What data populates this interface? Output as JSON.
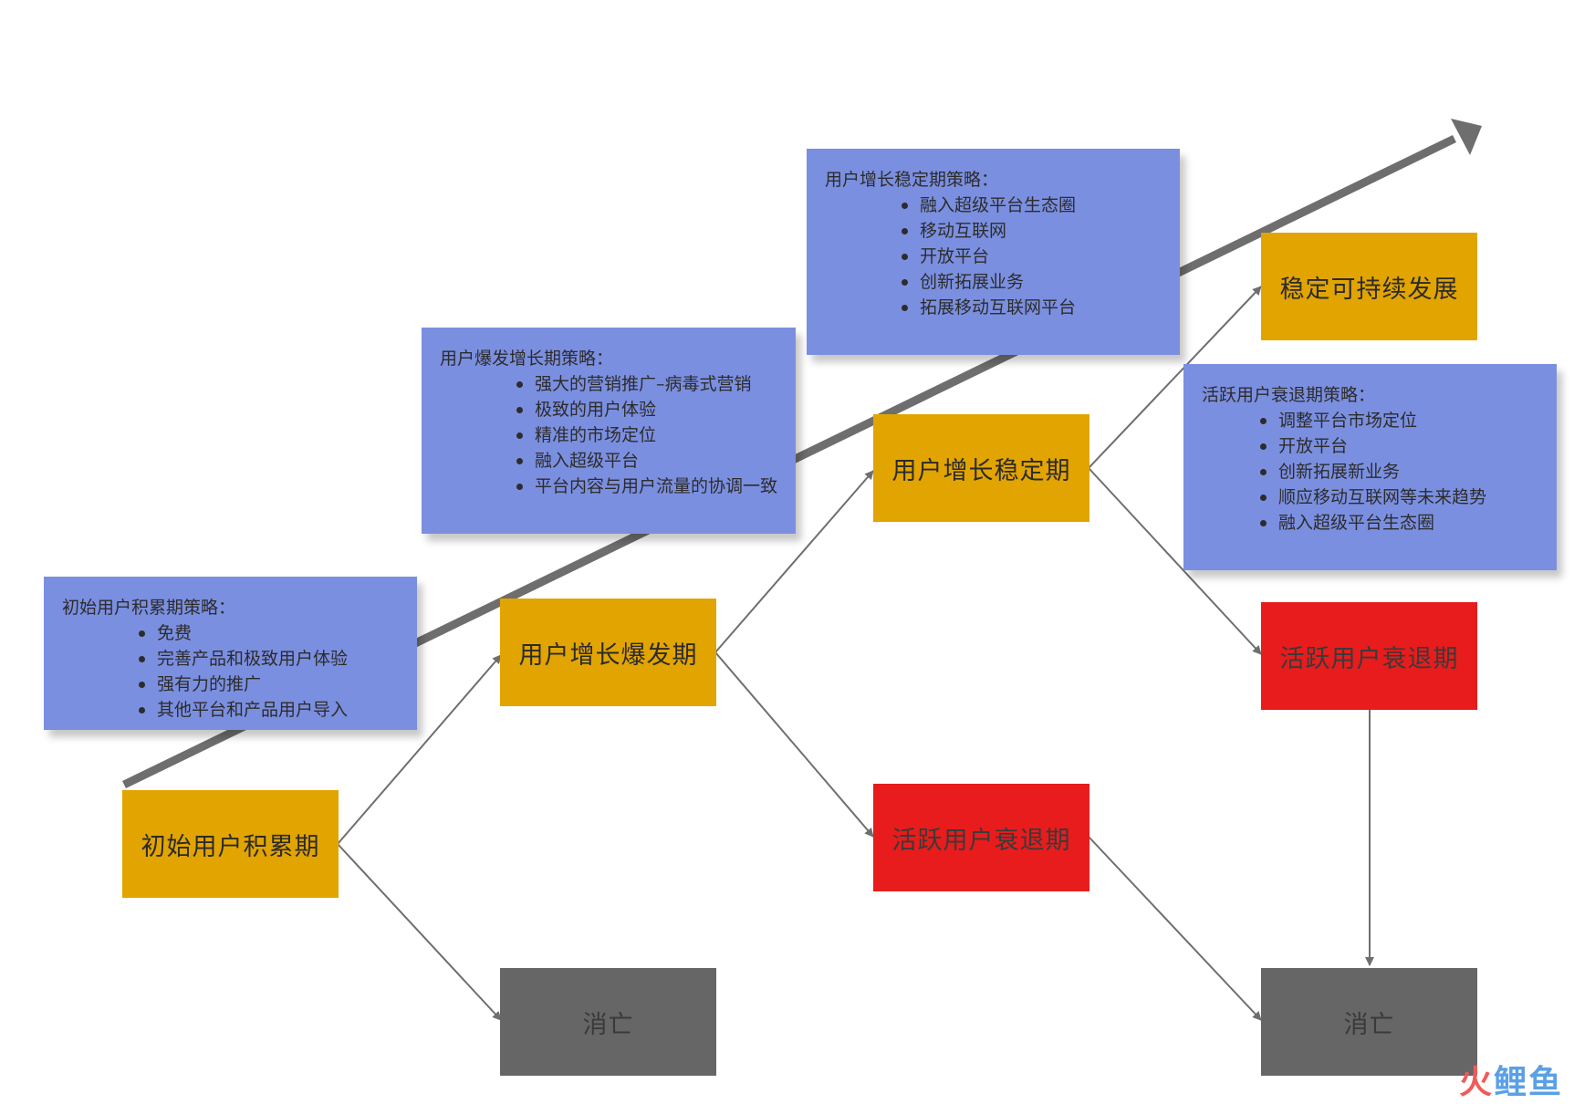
{
  "stages": {
    "initial": "初始用户积累期",
    "burst": "用户增长爆发期",
    "stable": "用户增长稳定期",
    "sustainable": "稳定可持续发展",
    "decline_1": "活跃用户衰退期",
    "decline_2": "活跃用户衰退期",
    "death_1": "消亡",
    "death_2": "消亡"
  },
  "strategies": {
    "initial": {
      "title": "初始用户积累期策略：",
      "items": [
        "免费",
        "完善产品和极致用户体验",
        "强有力的推广",
        "其他平台和产品用户导入"
      ]
    },
    "burst": {
      "title": "用户爆发增长期策略：",
      "items": [
        "强大的营销推广–病毒式营销",
        "极致的用户体验",
        "精准的市场定位",
        "融入超级平台",
        "平台内容与用户流量的协调一致"
      ]
    },
    "stable": {
      "title": "用户增长稳定期策略：",
      "items": [
        "融入超级平台生态圈",
        "移动互联网",
        "开放平台",
        "创新拓展业务",
        "拓展移动互联网平台"
      ]
    },
    "decline": {
      "title": "活跃用户衰退期策略：",
      "items": [
        "调整平台市场定位",
        "开放平台",
        "创新拓展新业务",
        "顺应移动互联网等未来趋势",
        "融入超级平台生态圈"
      ]
    }
  },
  "watermark": {
    "part1": "火",
    "part2": "鲤鱼"
  },
  "colors": {
    "growth": "#e2a400",
    "decline": "#e81c1c",
    "death": "#666666",
    "strategy": "#7b8fe0",
    "connector": "#6e6e6e"
  }
}
